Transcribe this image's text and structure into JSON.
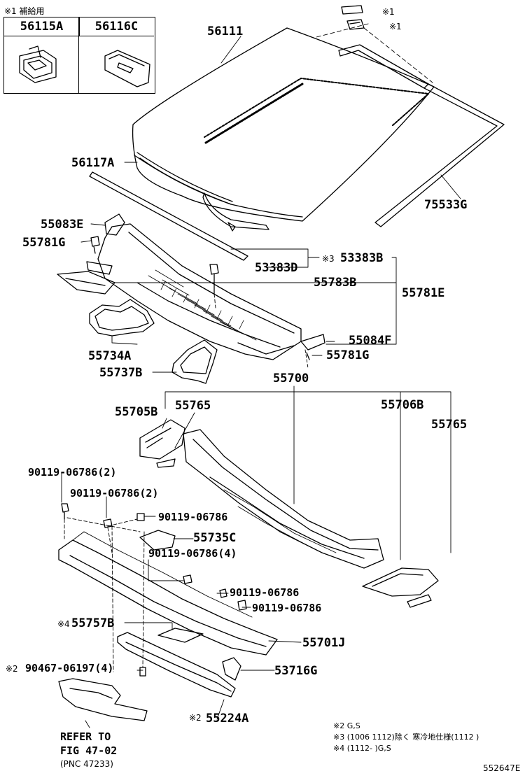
{
  "supply_note": "※1 補給用",
  "supply_parts": [
    "56115A",
    "56116C"
  ],
  "marks": {
    "m1a": "※1",
    "m1b": "※1",
    "m2a": "※2",
    "m2b": "※2",
    "m3": "※3",
    "m4": "※4"
  },
  "parts": {
    "p56111": "56111",
    "p56117A": "56117A",
    "p75533G": "75533G",
    "p55083E": "55083E",
    "p55781G_a": "55781G",
    "p53383D": "53383D",
    "p53383B": "53383B",
    "p55783B": "55783B",
    "p55781E": "55781E",
    "p55734A": "55734A",
    "p55084F": "55084F",
    "p55737B": "55737B",
    "p55781G_b": "55781G",
    "p55700": "55700",
    "p55705B": "55705B",
    "p55765_a": "55765",
    "p55706B": "55706B",
    "p55765_b": "55765",
    "b1": "90119-06786(2)",
    "b2": "90119-06786(2)",
    "b3": "90119-06786",
    "p55735C": "55735C",
    "b4": "90119-06786(4)",
    "b5": "90119-06786",
    "b6": "90119-06786",
    "p55757B": "55757B",
    "p55701J": "55701J",
    "p90467": "90467-06197(4)",
    "p53716G": "53716G",
    "p55224A": "55224A"
  },
  "refer": {
    "line1": "REFER TO",
    "line2": "FIG 47-02",
    "line3": "(PNC 47233)"
  },
  "footnotes": {
    "n2": "※2 G,S",
    "n3": "※3 (1006  1112)除く  寒冷地仕様(1112        )",
    "n4": "※4 (1112-        )G,S"
  },
  "drawing_id": "552647E"
}
